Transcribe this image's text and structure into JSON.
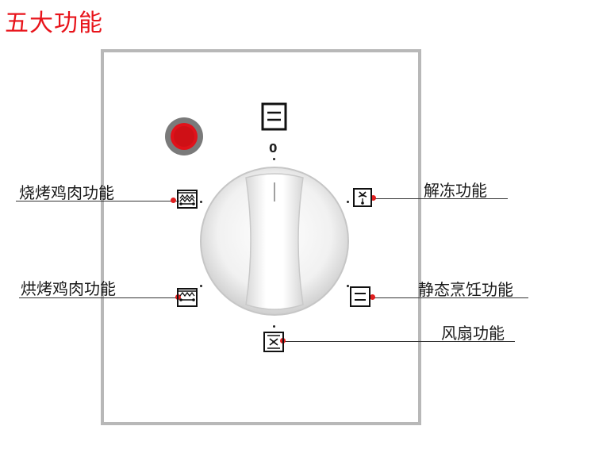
{
  "title": "五大功能",
  "dial": {
    "zero_label": "0"
  },
  "functions": [
    {
      "id": "grill",
      "label": "烧烤鸡肉功能",
      "icon": "grill-icon"
    },
    {
      "id": "bake",
      "label": "烘烤鸡肉功能",
      "icon": "bake-icon"
    },
    {
      "id": "defrost",
      "label": "解冻功能",
      "icon": "fan-defrost-icon"
    },
    {
      "id": "static",
      "label": "静态烹饪功能",
      "icon": "top-bottom-heat-icon"
    },
    {
      "id": "fan",
      "label": "风扇功能",
      "icon": "fan-icon"
    }
  ],
  "colors": {
    "title": "#e8141b",
    "marker": "#e01f1f",
    "indicator": "#e0121a",
    "panel_border": "#b8b8b8"
  }
}
